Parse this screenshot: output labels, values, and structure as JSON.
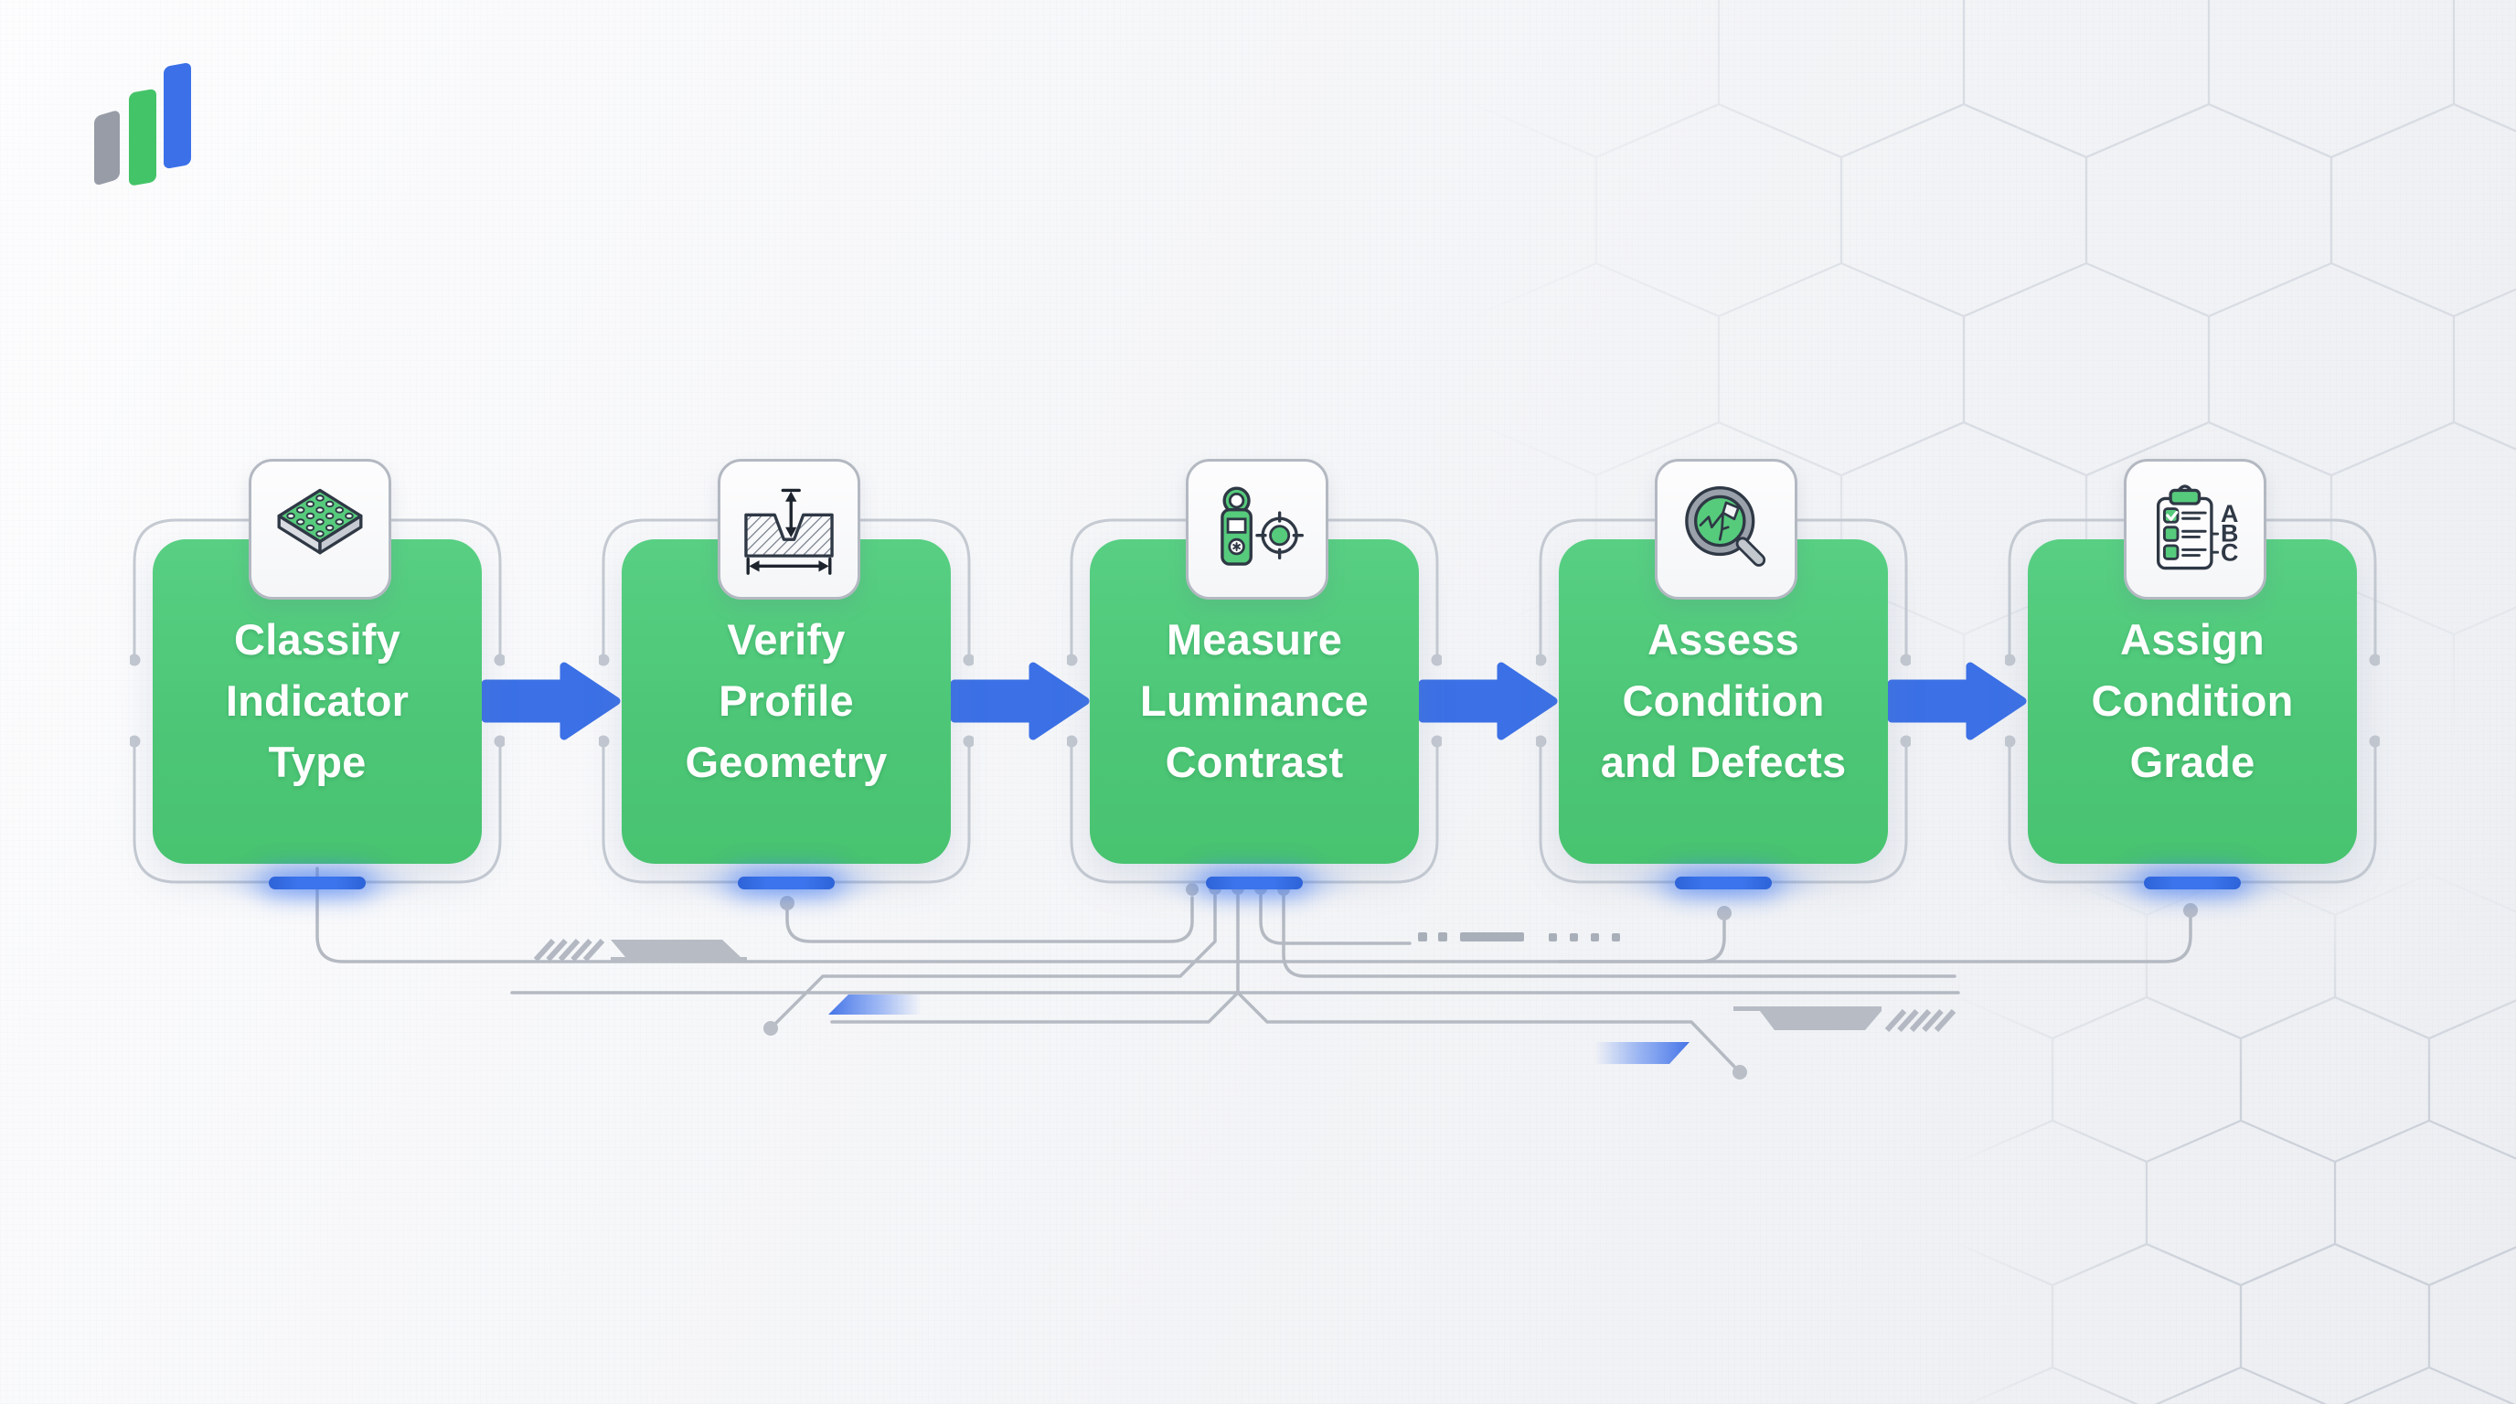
{
  "logo": {
    "name": "bar-chart-logo"
  },
  "steps": [
    {
      "label": "Classify\nIndicator\nType",
      "icon": "tactile-paving-icon"
    },
    {
      "label": "Verify\nProfile\nGeometry",
      "icon": "profile-depth-width-icon"
    },
    {
      "label": "Measure\nLuminance\nContrast",
      "icon": "luminance-meter-target-icon"
    },
    {
      "label": "Assess\nCondition\nand Defects",
      "icon": "crack-magnifier-icon"
    },
    {
      "label": "Assign\nCondition\nGrade",
      "icon": "grade-checklist-icon",
      "grades": [
        "A",
        "B",
        "C"
      ]
    }
  ],
  "colors": {
    "box_green": "#4DC777",
    "icon_green": "#56CB7C",
    "arrow_blue": "#3B70E6",
    "pill_blue": "#3B74EC",
    "line_gray": "#B4B9C2",
    "outline_gray": "#C5CAD2",
    "icon_stroke": "#2F3845",
    "hex_stroke": "#D8DCE3"
  }
}
